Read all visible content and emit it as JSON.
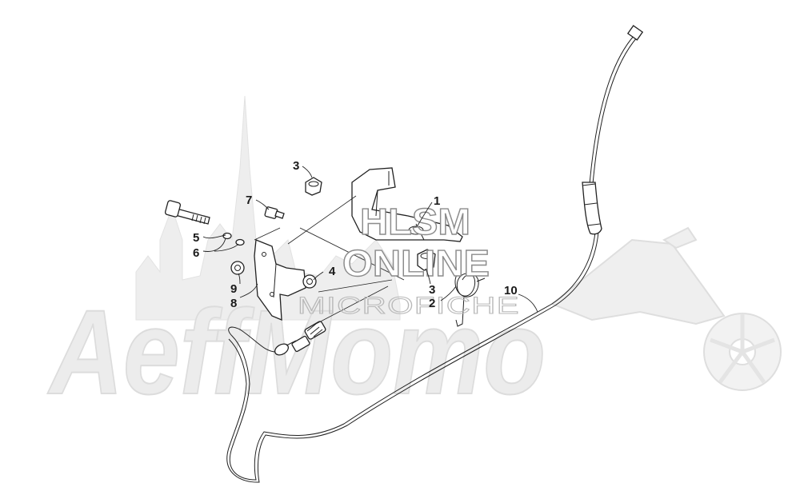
{
  "watermarks": {
    "brand": "AeffMomo",
    "site_line1": "HLSM",
    "site_line2": "ONLINE",
    "site_line3": "MICROFICHE"
  },
  "callouts": [
    {
      "id": "c1",
      "label": "1"
    },
    {
      "id": "c2",
      "label": "2"
    },
    {
      "id": "c3a",
      "label": "3"
    },
    {
      "id": "c3b",
      "label": "3"
    },
    {
      "id": "c4",
      "label": "4"
    },
    {
      "id": "c5",
      "label": "5"
    },
    {
      "id": "c6",
      "label": "6"
    },
    {
      "id": "c7",
      "label": "7"
    },
    {
      "id": "c8",
      "label": "8"
    },
    {
      "id": "c9",
      "label": "9"
    },
    {
      "id": "c10",
      "label": "10"
    }
  ],
  "colors": {
    "line": "#222222",
    "watermark_fill": "#ececec",
    "watermark_stroke": "#8c8c8c"
  }
}
